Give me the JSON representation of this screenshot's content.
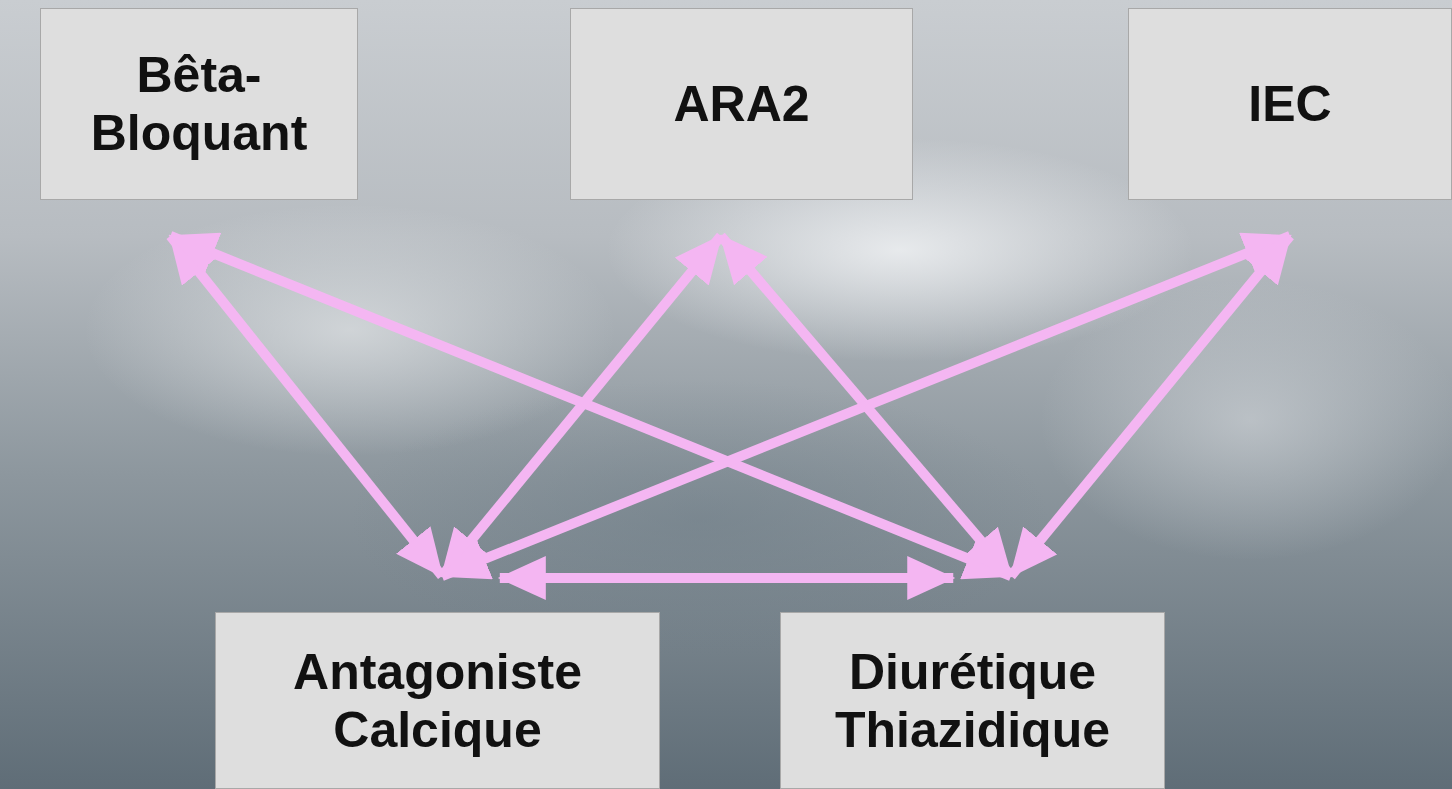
{
  "diagram": {
    "nodes": [
      {
        "text": [
          "Bêta- Bloquant"
        ]
      },
      {
        "text": [
          "ARA2"
        ]
      },
      {
        "text": [
          "IEC"
        ]
      },
      {
        "text": [
          "Antagoniste Calcique"
        ]
      },
      {
        "text": [
          "Diurétique Thiazidique"
        ]
      }
    ],
    "edges": [
      {
        "from": 0,
        "to": 3,
        "arrow": "both"
      },
      {
        "from": 0,
        "to": 4,
        "arrow": "both"
      },
      {
        "from": 1,
        "to": 3,
        "arrow": "both"
      },
      {
        "from": 1,
        "to": 4,
        "arrow": "both"
      },
      {
        "from": 2,
        "to": 3,
        "arrow": "both"
      },
      {
        "from": 2,
        "to": 4,
        "arrow": "both"
      },
      {
        "from": 3,
        "to": 4,
        "arrow": "both"
      }
    ]
  }
}
